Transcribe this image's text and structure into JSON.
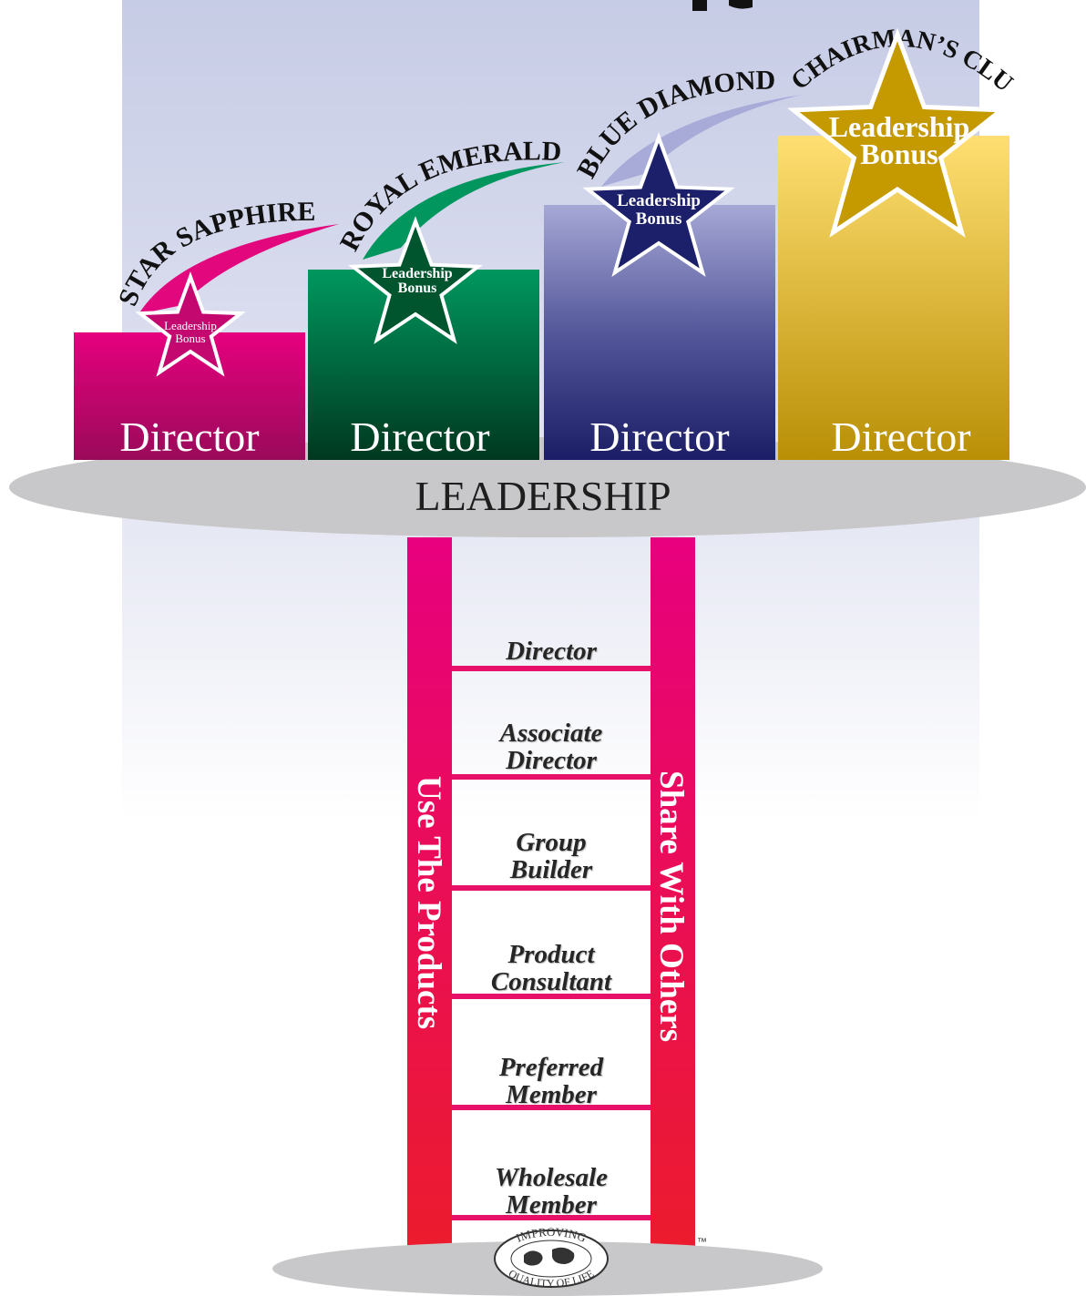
{
  "levels": [
    {
      "arc_label": "STAR SAPPHIRE",
      "star_label": "Leadership Bonus",
      "pillar_label": "Director",
      "color": "#e2007a"
    },
    {
      "arc_label": "ROYAL EMERALD",
      "star_label": "Leadership Bonus",
      "pillar_label": "Director",
      "color": "#00935b"
    },
    {
      "arc_label": "BLUE DIAMOND",
      "star_label": "Leadership Bonus",
      "pillar_label": "Director",
      "color": "#1c1f6a"
    },
    {
      "arc_label": "CHAIRMAN’S CLUB",
      "star_label": "Leadership Bonus",
      "pillar_label": "Director",
      "color": "#c49a00"
    }
  ],
  "platform_label": "LEADERSHIP",
  "ladder": {
    "left_rail": "Use The Products",
    "right_rail": "Share With Others",
    "rungs": [
      {
        "line1": "Director",
        "line2": ""
      },
      {
        "line1": "Associate",
        "line2": "Director"
      },
      {
        "line1": "Group",
        "line2": "Builder"
      },
      {
        "line1": "Product",
        "line2": "Consultant"
      },
      {
        "line1": "Preferred",
        "line2": "Member"
      },
      {
        "line1": "Wholesale",
        "line2": "Member"
      }
    ]
  },
  "logo": {
    "top_text": "IMPROVING",
    "bottom_text": "QUALITY OF LIFE",
    "tm": "™"
  }
}
